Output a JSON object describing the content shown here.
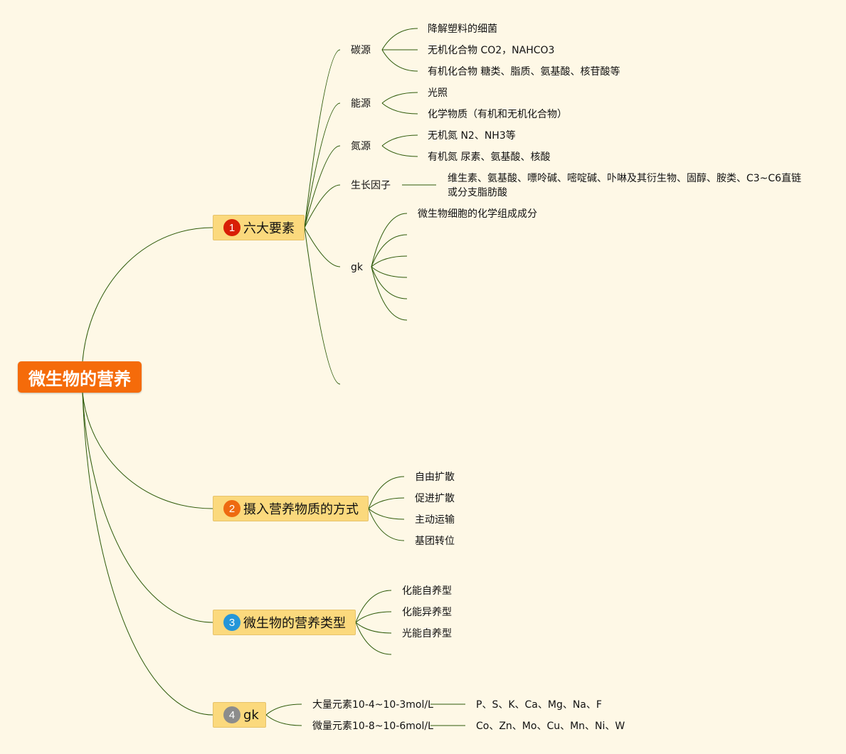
{
  "root": "微生物的营养",
  "branches": [
    {
      "number": "1",
      "label": "六大要素",
      "children": [
        {
          "label": "碳源",
          "children": [
            "降解塑料的细菌",
            "无机化合物 CO2，NAHCO3",
            "有机化合物 糖类、脂质、氨基酸、核苷酸等"
          ]
        },
        {
          "label": "能源",
          "children": [
            "光照",
            "化学物质（有机和无机化合物）"
          ]
        },
        {
          "label": "氮源",
          "children": [
            "无机氮 N2、NH3等",
            "有机氮 尿素、氨基酸、核酸"
          ]
        },
        {
          "label": "生长因子",
          "children": [
            "维生素、氨基酸、嘌呤碱、嘧啶碱、卟啉及其衍生物、固醇、胺类、C3~C6直链或分支脂肪酸"
          ]
        },
        {
          "label": "gk",
          "children": [
            "微生物细胞的化学组成成分"
          ]
        }
      ]
    },
    {
      "number": "2",
      "label": "摄入营养物质的方式",
      "children": [
        "自由扩散",
        "促进扩散",
        "主动运输",
        "基团转位"
      ]
    },
    {
      "number": "3",
      "label": "微生物的营养类型",
      "children": [
        "化能自养型",
        "化能异养型",
        "光能自养型"
      ]
    },
    {
      "number": "4",
      "label": "gk",
      "children": [
        {
          "label": "大量元素10-4~10-3mol/L",
          "value": "P、S、K、Ca、Mg、Na、F"
        },
        {
          "label": "微量元素10-8~10-6mol/L",
          "value": "Co、Zn、Mo、Cu、Mn、Ni、W"
        }
      ]
    }
  ],
  "colors": {
    "line": "#2d5a0a",
    "background": "#fef8e6",
    "root": "#f56b0a",
    "branch": "#fbd97d"
  }
}
